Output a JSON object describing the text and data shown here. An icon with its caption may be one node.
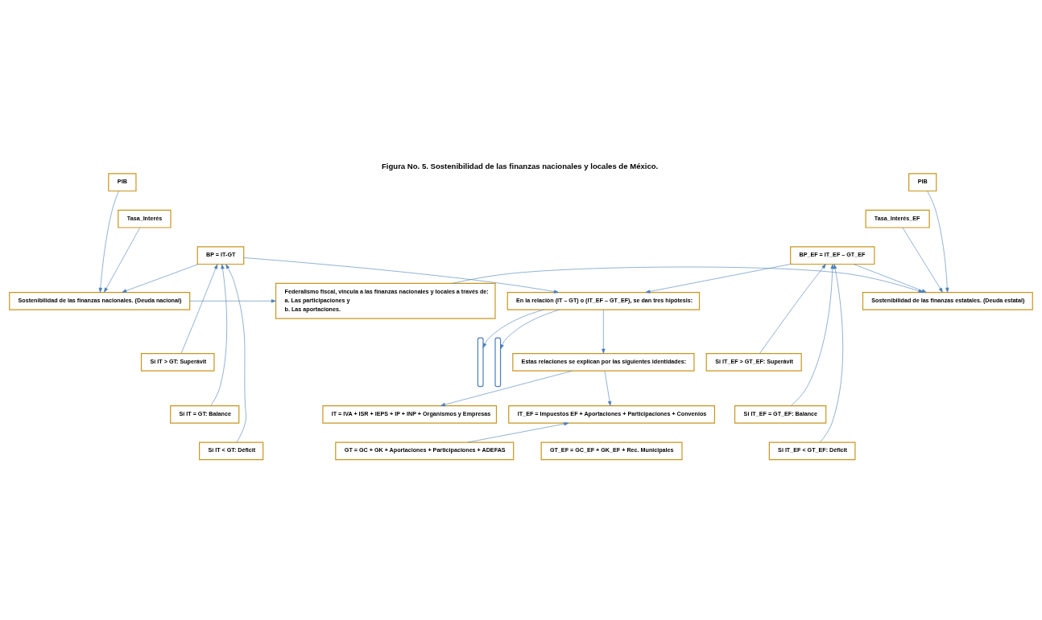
{
  "diagram": {
    "title": "Figura No. 5. Sostenibilidad de las finanzas nacionales y locales de México.",
    "nodes": [
      {
        "text": [
          "Sostenibilidad de las finanzas nacionales. (Deuda nacional)"
        ]
      },
      {
        "text": [
          "PIB"
        ]
      },
      {
        "text": [
          "Tasa_Interés"
        ]
      },
      {
        "text": [
          "BP = IT-GT"
        ]
      },
      {
        "text": [
          "Federalismo fiscal, vincula a las finanzas nacionales y locales a través de:",
          "a. Las participaciones y",
          "b. Las aportaciones."
        ]
      },
      {
        "text": [
          "Sostenibilidad de las finanzas estatales. (Deuda estatal)"
        ]
      },
      {
        "text": [
          "PIB"
        ]
      },
      {
        "text": [
          "Tasa_Interés_EF"
        ]
      },
      {
        "text": [
          "BP_EF = IT_EF – GT_EF"
        ]
      },
      {
        "text": [
          "En la relación (IT – GT) o (IT_EF – GT_EF), se dan tres hipótesis:"
        ]
      },
      {
        "text": [
          "Sí IT > GT: Superávit"
        ]
      },
      {
        "text": [
          "Sí IT = GT: Balance"
        ]
      },
      {
        "text": [
          "Sí IT < GT: Déficit"
        ]
      },
      {
        "text": [],
        "shape": "bracket"
      },
      {
        "text": [],
        "shape": "bracket"
      },
      {
        "text": [
          "Si IT_EF > GT_EF: Superávit"
        ]
      },
      {
        "text": [
          "Si IT_EF = GT_EF: Balance"
        ]
      },
      {
        "text": [
          "Si IT_EF < GT_EF: Déficit"
        ]
      },
      {
        "text": [
          "Estas relaciones se explican por las siguientes identidades:"
        ]
      },
      {
        "text": [
          "IT = IVA + ISR + IEPS + IP + INP + Organismos y Empresas"
        ]
      },
      {
        "text": [
          "GT = GC + GK + Aportaciones + Participaciones + ADEFAS"
        ]
      },
      {
        "text": [
          "IT_EF = Impuestos EF + Aportaciones + Participaciones + Convenios"
        ]
      },
      {
        "text": [
          "GT_EF = GC_EF + GK_EF + Rec. Municipales"
        ]
      }
    ],
    "edges": [
      {
        "from": 1,
        "to": 0,
        "arrow": "to"
      },
      {
        "from": 2,
        "to": 0,
        "arrow": "to"
      },
      {
        "from": 3,
        "to": 0,
        "arrow": "to"
      },
      {
        "from": 10,
        "to": 3,
        "arrow": "to"
      },
      {
        "from": 11,
        "to": 3,
        "arrow": "to"
      },
      {
        "from": 12,
        "to": 3,
        "arrow": "to"
      },
      {
        "from": 0,
        "to": 4,
        "arrow": "to"
      },
      {
        "from": 4,
        "to": 5,
        "arrow": "to"
      },
      {
        "from": 6,
        "to": 5,
        "arrow": "to"
      },
      {
        "from": 7,
        "to": 5,
        "arrow": "to"
      },
      {
        "from": 8,
        "to": 5,
        "arrow": "to"
      },
      {
        "from": 3,
        "to": 9,
        "arrow": "to"
      },
      {
        "from": 8,
        "to": 9,
        "arrow": "to"
      },
      {
        "from": 9,
        "to": 13,
        "arrow": "to"
      },
      {
        "from": 9,
        "to": 14,
        "arrow": "to"
      },
      {
        "from": 9,
        "to": 18,
        "arrow": "to"
      },
      {
        "from": 15,
        "to": 8,
        "arrow": "to"
      },
      {
        "from": 16,
        "to": 8,
        "arrow": "to"
      },
      {
        "from": 17,
        "to": 8,
        "arrow": "to"
      },
      {
        "from": 18,
        "to": 19,
        "arrow": "to"
      },
      {
        "from": 18,
        "to": 21,
        "arrow": "to"
      },
      {
        "from": 20,
        "to": 21,
        "arrow": "to"
      }
    ]
  }
}
